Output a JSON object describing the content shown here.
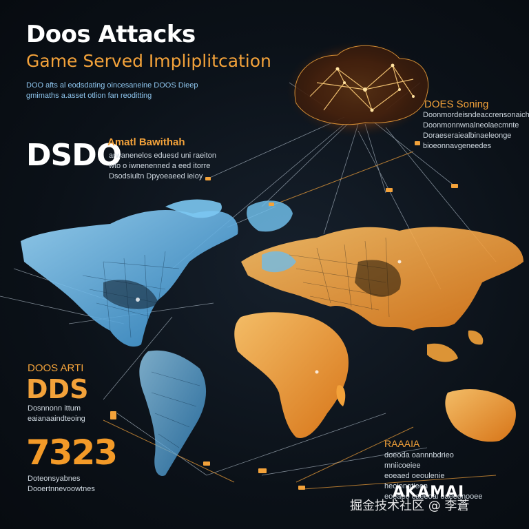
{
  "header": {
    "title": "Doos Attacks",
    "subtitle": "Game Served Impliplitcation",
    "intro_lines": [
      "DOO afts al eodsdating oincesaneine DOOS Dieep",
      "gmimaths a.asset otlion fan reoditting"
    ]
  },
  "left_block": {
    "big_label": "DSDO",
    "heading": "Amatl Bawithah",
    "lines": [
      "arwanenelos eduesd uni raeiton",
      "wto o iwnenenned a eed itorre",
      "Dsodsiultn Dpyoeaeed ieioy"
    ]
  },
  "right_block": {
    "heading": "DOES Soning",
    "lines": [
      "Doonmordeisndeaccrensonaiche",
      "Doonmonnwnalneolaecmnte",
      "Doraeseraiealbinaeleonge",
      "bioeonnavgeneedes"
    ]
  },
  "bottom_left": {
    "label": "DOOS ARTI",
    "big_label": "DDS",
    "lines": [
      "Dosnnonn ittum",
      "eaianaaindteoing"
    ]
  },
  "stat": {
    "value": "7323",
    "lines": [
      "Doteonsyabnes",
      "Dooertnnevoowtnes"
    ]
  },
  "bottom_right": {
    "heading": "RAAAIA",
    "lines": [
      "doeoda oannnbdrieo mniicoeiee",
      "eoeaed oeoulenie heoionotieen",
      "eoeaeo caeeoai oaeeonooee"
    ]
  },
  "brand": {
    "logo_text": "AKAMAI",
    "watermark": "掘金技术社区 @ 李蒼"
  },
  "colors": {
    "accent_orange": "#f3a23a",
    "map_blue": "#5ab8f0",
    "map_orange": "#f59a2e",
    "background": "#0b1118"
  }
}
